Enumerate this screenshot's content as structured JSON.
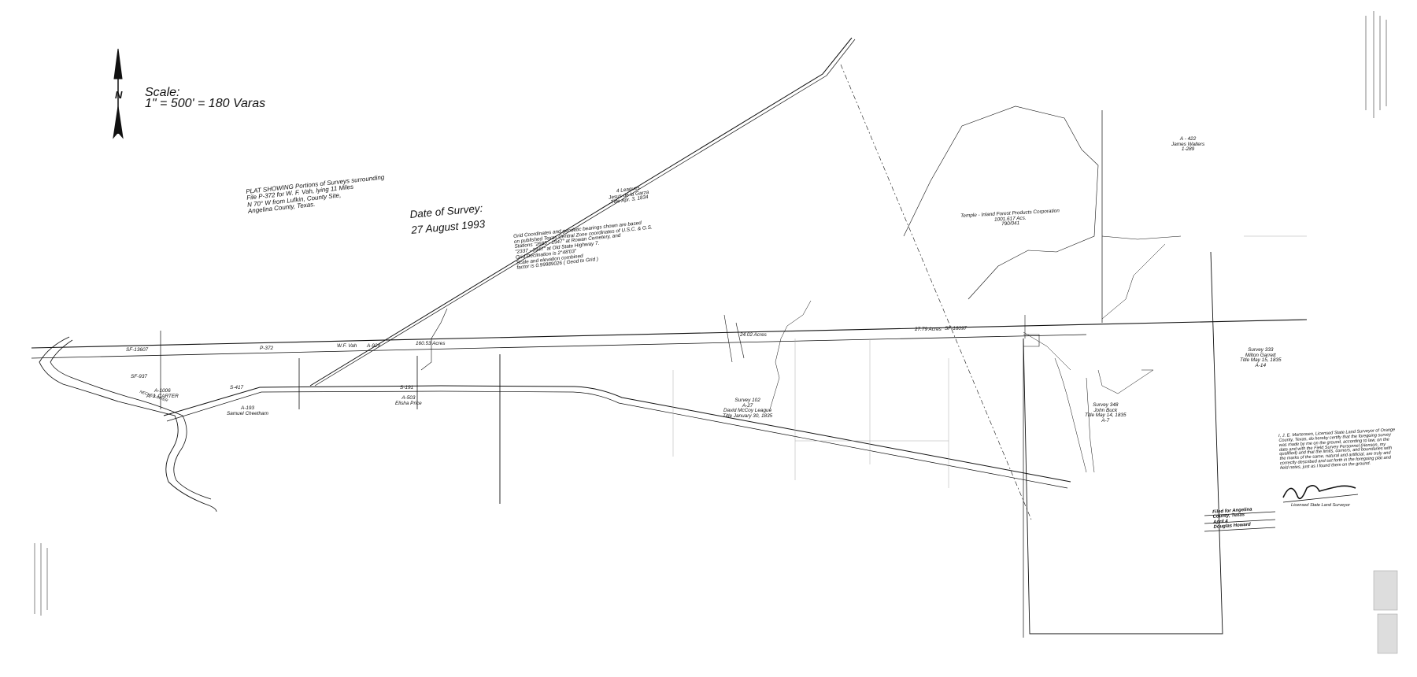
{
  "scale": {
    "line1": "Scale:",
    "line2": "1\" = 500' = 180 Varas"
  },
  "north_arrow": {
    "label": "N",
    "icon": "north-arrow-icon"
  },
  "plat_title": {
    "lines": [
      "PLAT SHOWING Portions of Surveys surrounding",
      "File P-372 for W. F. Vah, lying 11 Miles",
      "N 70° W from Lufkin, County Site,",
      "Angelina County, Texas."
    ]
  },
  "date_of_survey": {
    "label": "Date of Survey:",
    "value": "27 August 1993"
  },
  "grid_note": {
    "lines": [
      "Grid Coordinates and geodetic bearings shown are based",
      "on published Texas Central Zone coordinates of U.S.C. & G.S.",
      "Stations \"2685 - 1947\" at Rowan Cemetery, and",
      "\"2337 - 1947\" at Old State Highway 7.",
      "Grid Declination is 2°48'03\"",
      "Scale and elevation combined",
      "factor is 0.99989026 ( Geod to Grid )"
    ]
  },
  "surveys": [
    {
      "id": "leagues-4",
      "lines": [
        "4 Leagues",
        "Jesus de la Garza",
        "Title Apr. 3, 1834"
      ]
    },
    {
      "id": "temple-inland",
      "lines": [
        "Temple - Inland Forest Products Corporation",
        "1001.617 Acs.",
        "790/041"
      ]
    },
    {
      "id": "a-422",
      "lines": [
        "A - 422",
        "James Walters",
        "1-289"
      ]
    },
    {
      "id": "survey-333",
      "lines": [
        "Survey 333",
        "Milton Garrett",
        "Title May 15, 1835",
        "A-14"
      ]
    },
    {
      "id": "survey-348",
      "lines": [
        "Survey 348",
        "John Buck",
        "Title May 14, 1835",
        "A-7"
      ]
    },
    {
      "id": "survey-102",
      "lines": [
        "Survey 102",
        "A-27",
        "David McCoy League",
        "Title January 30, 1835"
      ]
    },
    {
      "id": "a-193",
      "lines": [
        "A-193",
        "Samuel Cheetham"
      ]
    },
    {
      "id": "a-503",
      "lines": [
        "A-503",
        "Elisha Price"
      ]
    },
    {
      "id": "a-1006",
      "lines": [
        "A-1006",
        "A. J. CARTER"
      ]
    }
  ],
  "line_labels": {
    "sf_13607": "SF-13607",
    "sf_937": "SF-937",
    "p_372": "P-372",
    "wf_vah": "W.F. Vah",
    "a_929": "A-929",
    "acres_16053": "160.53 Acres",
    "acres_2402": "24.02 Acres",
    "acres_2779": "27.79 Acres",
    "sf_16097": "SF-16097",
    "s_417": "S-417",
    "s_191": "S-191",
    "river": "NECHES RIVER"
  },
  "certificate": {
    "lines": [
      "I, J. E. Mortensen, Licensed State Land Surveyor of Orange",
      "County, Texas, do hereby certify that the foregoing survey",
      "was made by me on the ground, according to law, on the",
      "date and with the Field Survey Personnel (Henson, my",
      "qualified) and that the limits, corners, and boundaries with",
      "the marks of the same, natural and artificial, are truly and",
      "correctly described and set forth in the foregoing plat and",
      "field notes, just as I found them on the ground."
    ],
    "signature": "J.E. Mortensen",
    "signature_title": "Licensed State Land Surveyor"
  },
  "filing_block": {
    "lines": [
      "Filed for Angelina",
      "County, Texas",
      "April 4",
      "Douglas Howard"
    ]
  },
  "colors": {
    "ink": "#111111",
    "faint": "#777777",
    "paper": "#ffffff"
  }
}
